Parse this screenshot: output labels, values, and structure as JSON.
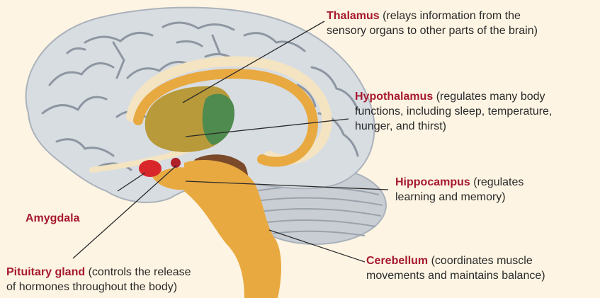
{
  "colors": {
    "background": "#fdf4e3",
    "brain": "#d8dde2",
    "brain_outline": "#aab2bb",
    "sulci": "#8d96a1",
    "limbic": "#e8a940",
    "thalamus": "#b89a3a",
    "hypothalamus": "#4f8a4e",
    "amygdala": "#d9262b",
    "pituitary": "#b0202a",
    "hippocampus": "#7a4a2a",
    "brainstem": "#e8a940",
    "term_text": "#a6192e"
  },
  "labels": {
    "thalamus": {
      "term": "Thalamus",
      "line1": " (relays information from the",
      "line2": "sensory organs to other parts of the brain)"
    },
    "hypothalamus": {
      "term": "Hypothalamus",
      "line1": " (regulates many body",
      "line2": "functions, including sleep, temperature,",
      "line3": "hunger, and thirst)"
    },
    "hippocampus": {
      "term": "Hippocampus",
      "line1": " (regulates",
      "line2": "learning and memory)"
    },
    "amygdala": {
      "term": "Amygdala"
    },
    "pituitary": {
      "term": "Pituitary gland",
      "line1": " (controls the release",
      "line2": "of hormones throughout the body)"
    },
    "cerebellum": {
      "term": "Cerebellum",
      "line1": " (coordinates muscle",
      "line2": "movements and maintains balance)"
    }
  }
}
